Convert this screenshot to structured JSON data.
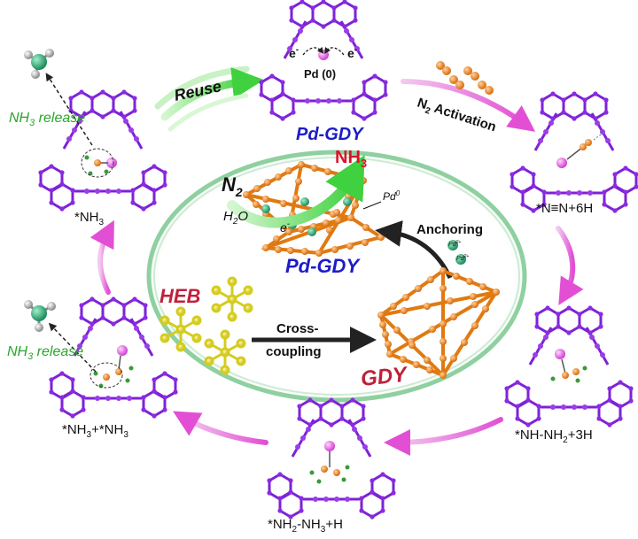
{
  "colors": {
    "framework": "#8a2be2",
    "framework_dark": "#5d1a9e",
    "pd_atom": "#e86fe8",
    "gdy_orange": "#f08a1c",
    "arrow_pink": "#e85ad8",
    "arrow_green": "#46d94b",
    "title_blue": "#1c1cc8",
    "heb_red": "#c0203a",
    "nh3_red": "#e0102a",
    "release_green": "#2aa52a",
    "heb_yellow": "#e8e23a",
    "pd_ion_teal": "#2aa57a"
  },
  "labels": {
    "top_title": "Pd-GDY",
    "top_pd": "Pd (0)",
    "electron_left": "e",
    "electron_right": "e",
    "electron_sup": "-",
    "reuse": "Reuse",
    "activation_n": "N",
    "activation_sub": "2",
    "activation_word": " Activation",
    "state_right_top": "*N≡N+6H",
    "state_right_bottom_a": "*NH-NH",
    "state_right_bottom_sub": "2",
    "state_right_bottom_b": "+3H",
    "state_bottom_a": "*NH",
    "state_bottom_sub1": "2",
    "state_bottom_b": "-NH",
    "state_bottom_sub2": "3",
    "state_bottom_c": "+H",
    "state_left_bottom_a": "*NH",
    "state_left_bottom_sub1": "3",
    "state_left_bottom_b": "+*NH",
    "state_left_bottom_sub2": "3",
    "state_left_top_a": "*NH",
    "state_left_top_sub": "3",
    "release_top_a": "NH",
    "release_top_sub": "3",
    "release_top_b": " release",
    "release_bottom_a": "NH",
    "release_bottom_sub": "3",
    "release_bottom_b": " release",
    "center_n2": "N",
    "center_n2_sub": "2",
    "center_nh3": "NH",
    "center_nh3_sub": "3",
    "center_h2o_a": "H",
    "center_h2o_sub": "2",
    "center_h2o_b": "O",
    "center_e": "e",
    "center_e_sup": "-",
    "center_pd0": "Pd",
    "center_pd0_sup": "0",
    "center_title": "Pd-GDY",
    "anchoring": "Anchoring",
    "pd2_a": "Pd",
    "pd2_sup": "2+",
    "heb": "HEB",
    "cross1": "Cross-",
    "cross2": "coupling",
    "gdy": "GDY"
  }
}
